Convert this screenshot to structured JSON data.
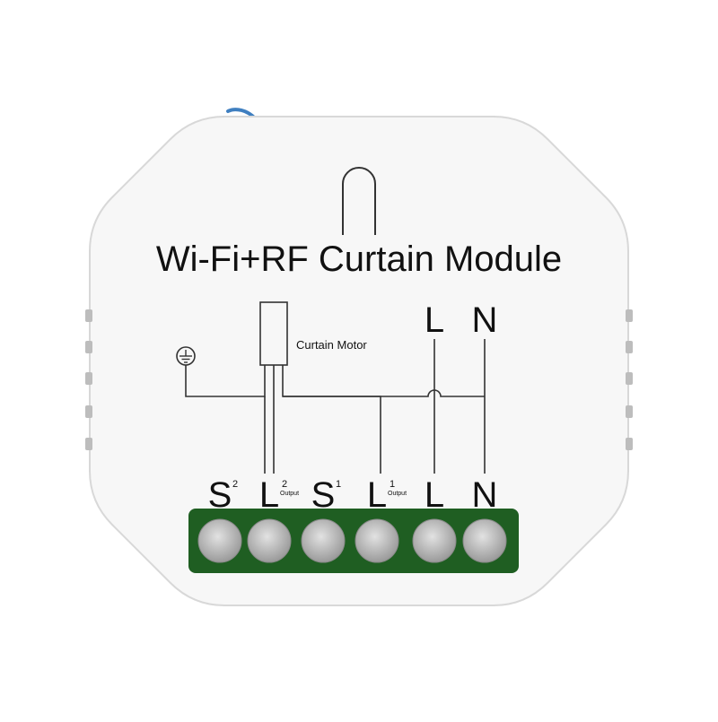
{
  "colors": {
    "housing": "#f7f7f7",
    "housing_edge": "#d8d8d8",
    "terminal_green": "#1f5e22",
    "screw": "#b9b9b9",
    "antenna": "#3f7fc0",
    "wire": "#333333"
  },
  "module": {
    "title": "Wi-Fi+RF Curtain Module",
    "motor_label": "Curtain Motor",
    "ground_icon": "ground-icon",
    "top_labels": [
      {
        "main": "L"
      },
      {
        "main": "N"
      }
    ],
    "terminals": [
      {
        "main": "S",
        "sup": "2",
        "sub": ""
      },
      {
        "main": "L",
        "sup": "2",
        "sub": "Output"
      },
      {
        "main": "S",
        "sup": "1",
        "sub": ""
      },
      {
        "main": "L",
        "sup": "1",
        "sub": "Output"
      },
      {
        "main": "L",
        "sup": "",
        "sub": ""
      },
      {
        "main": "N",
        "sup": "",
        "sub": ""
      }
    ]
  }
}
